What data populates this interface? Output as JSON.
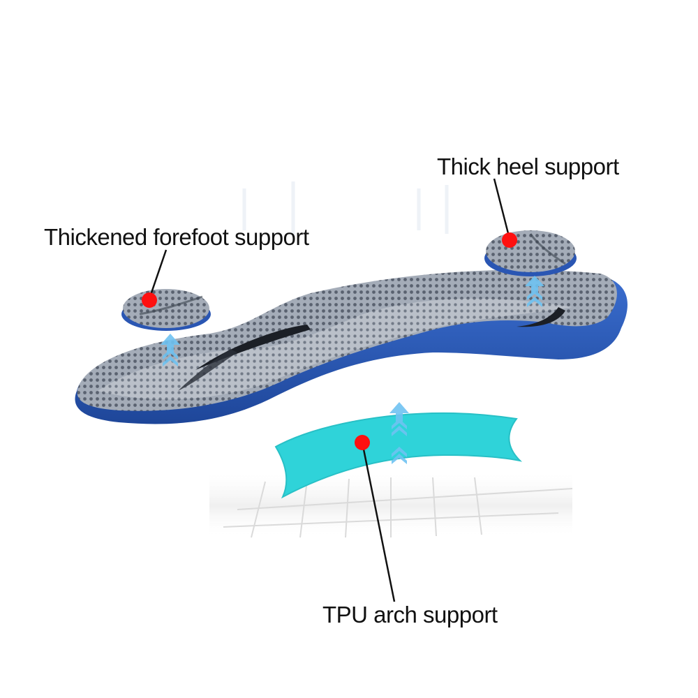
{
  "callouts": {
    "forefoot": "Thickened forefoot support",
    "heel": "Thick heel support",
    "arch": "TPU arch support"
  },
  "colors": {
    "insole_top": "#8e98a6",
    "insole_base": "#2a56b3",
    "tpu_arch": "#2fd3d9",
    "marker": "#ff1010",
    "arrow": "#6fc3f2",
    "leader_line": "#111111"
  }
}
